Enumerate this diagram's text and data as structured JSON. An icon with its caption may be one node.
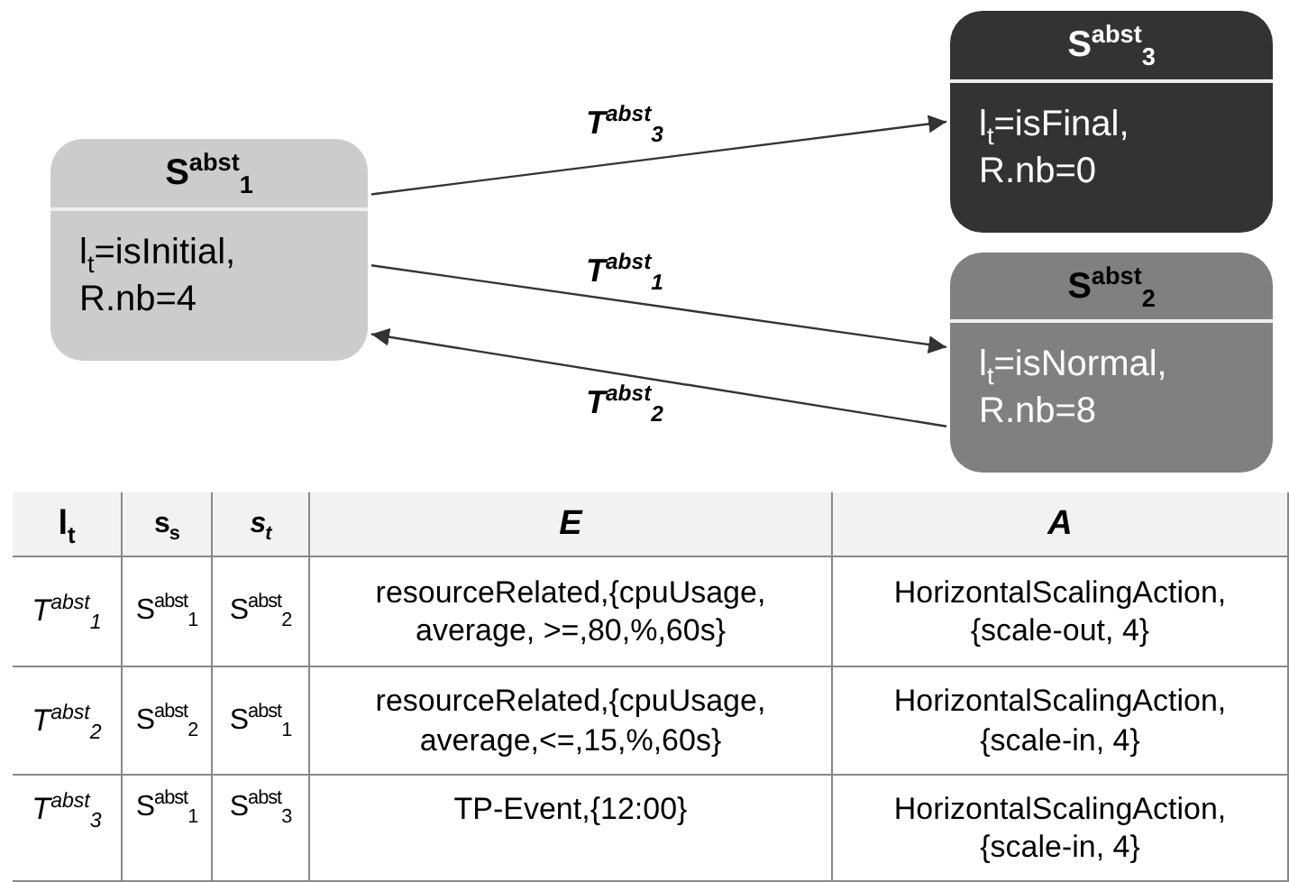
{
  "diagram": {
    "nodes": [
      {
        "text": [
          "S$^{abst}$$_{1}$",
          "l$_{t}$=isInitial, R.nb=4"
        ]
      },
      {
        "text": [
          "S$^{abst}$$_{3}$",
          "l$_{t}$=isFinal, R.nb=0"
        ]
      },
      {
        "text": [
          "S$^{abst}$$_{2}$",
          "l$_{t}$=isNormal, R.nb=8"
        ]
      }
    ],
    "edges": [
      {
        "from": 0,
        "to": 1,
        "arrow": "to",
        "label": "T$^{abst}$$_{3}$"
      },
      {
        "from": 0,
        "to": 2,
        "arrow": "to",
        "label": "T$^{abst}$$_{1}$"
      },
      {
        "from": 2,
        "to": 0,
        "arrow": "to",
        "label": "T$^{abst}$$_{2}$"
      }
    ],
    "labels": [
      "l$_{t}$",
      "s$_{s}$",
      "s$_{t}$",
      "E",
      "A",
      "T$^{abst}$$_{1}$",
      "S$^{abst}$$_{1}$",
      "S$^{abst}$$_{2}$",
      "resourceRelated,{cpuUsage, average, >=,80,%,60s}",
      "HorizontalScalingAction, {scale-out, 4}",
      "T$^{abst}$$_{2}$",
      "S$^{abst}$$_{2}$",
      "S$^{abst}$$_{1}$",
      "resourceRelated,{cpuUsage, average,<=,15,%,60s}",
      "HorizontalScalingAction, {scale-in, 4}",
      "T$^{abst}$$_{3}$",
      "S$^{abst}$$_{1}$",
      "S$^{abst}$$_{3}$",
      "TP-Event,{12:00}",
      "HorizontalScalingAction, {scale-in, 4}"
    ]
  }
}
